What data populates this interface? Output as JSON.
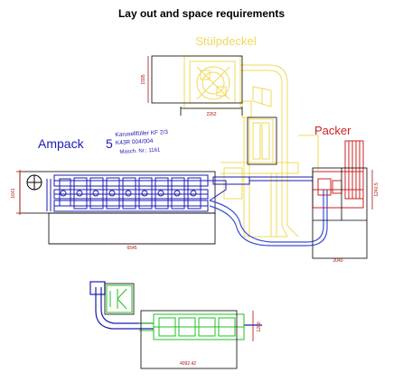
{
  "page": {
    "title": "Lay out and space requirements"
  },
  "labels": {
    "stuelpdeckel": "Stülpdeckel",
    "ampack": "Ampack",
    "five": "5",
    "machine_line1": "Karusellfüller KF 2/3",
    "machine_line2": "K43R 004/004",
    "machine_line3": "Masch. Nr.: 1161",
    "packer": "Packer"
  },
  "dimensions": {
    "d1595": "1595",
    "d2262": "2262",
    "d1641": "1641",
    "d6545": "6545",
    "d2040": "2040",
    "d12405": "1240.5",
    "d1200": "1200",
    "d409242": "4092.42"
  },
  "colors": {
    "background": "#ffffff",
    "machine_blue": "#1a1ab4",
    "conveyor_blue": "#3b4fd8",
    "cap_yellow": "#f2d85a",
    "packer_red": "#cc2222",
    "dim_red": "#b01010",
    "drawing_black": "#000000",
    "green_unit": "#22c022"
  }
}
